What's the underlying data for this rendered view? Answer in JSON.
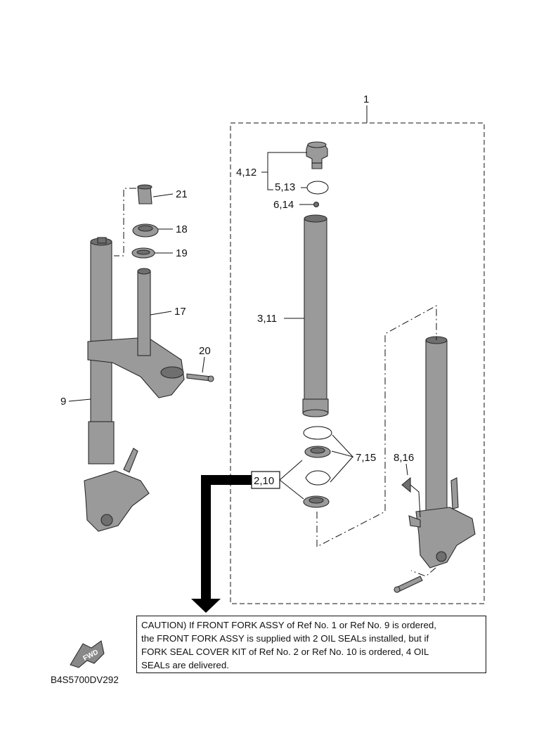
{
  "callouts": {
    "c1": "1",
    "c4_12": "4,12",
    "c5_13": "5,13",
    "c6_14": "6,14",
    "c3_11": "3,11",
    "c7_15": "7,15",
    "c8_16": "8,16",
    "c2_10": "2,10",
    "c21": "21",
    "c18": "18",
    "c19": "19",
    "c17": "17",
    "c20": "20",
    "c9": "9"
  },
  "caution": {
    "line1": "CAUTION) If FRONT FORK ASSY of Ref No. 1 or Ref No. 9 is ordered,",
    "line2": "the FRONT FORK ASSY is supplied with 2 OIL SEALs installed, but if",
    "line3": "FORK SEAL COVER KIT of Ref No. 2 or Ref No. 10 is ordered, 4 OIL",
    "line4": "SEALs are delivered."
  },
  "fwd_label": "FWD",
  "diagram_code": "B4S5700DV292",
  "icons": [
    "fwd-arrow-icon",
    "pointer-arrow-icon"
  ]
}
